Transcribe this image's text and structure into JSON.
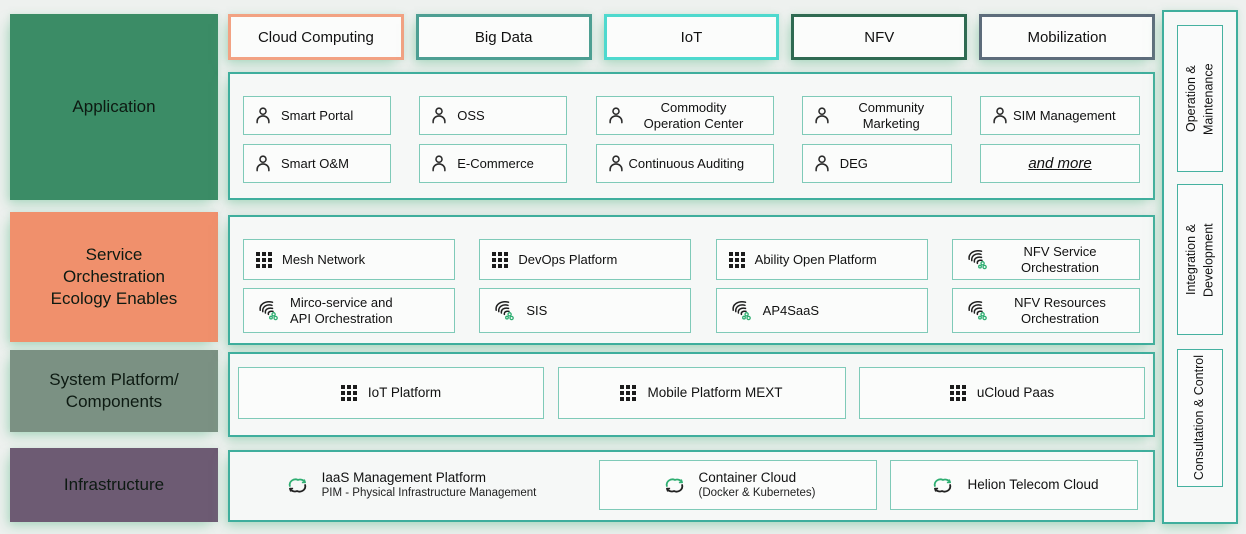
{
  "top_categories": [
    {
      "label": "Cloud Computing"
    },
    {
      "label": "Big Data"
    },
    {
      "label": "IoT"
    },
    {
      "label": "NFV"
    },
    {
      "label": "Mobilization"
    }
  ],
  "layers": [
    {
      "label": "Application"
    },
    {
      "label": "Service Orchestration Ecology Enables"
    },
    {
      "label": "System Platform/ Components"
    },
    {
      "label": "Infrastructure"
    }
  ],
  "application": {
    "items": [
      {
        "label": "Smart Portal",
        "icon": "person"
      },
      {
        "label": "OSS",
        "icon": "person"
      },
      {
        "label": "Commodity Operation Center",
        "icon": "person"
      },
      {
        "label": "Community Marketing",
        "icon": "person"
      },
      {
        "label": "SIM Management",
        "icon": "person"
      },
      {
        "label": "Smart O&M",
        "icon": "person"
      },
      {
        "label": "E-Commerce",
        "icon": "person"
      },
      {
        "label": "Continuous Auditing",
        "icon": "person"
      },
      {
        "label": "DEG",
        "icon": "person"
      },
      {
        "label": "and more",
        "icon": "none"
      }
    ]
  },
  "service_orchestration": {
    "items": [
      {
        "label": "Mesh Network",
        "icon": "grid"
      },
      {
        "label": "DevOps Platform",
        "icon": "grid"
      },
      {
        "label": "Ability Open Platform",
        "icon": "grid"
      },
      {
        "label": "NFV Service Orchestration",
        "icon": "swirl"
      },
      {
        "label": "Mirco-service and API Orchestration",
        "icon": "swirl"
      },
      {
        "label": "SIS",
        "icon": "swirl"
      },
      {
        "label": "AP4SaaS",
        "icon": "swirl"
      },
      {
        "label": "NFV Resources Orchestration",
        "icon": "swirl"
      }
    ]
  },
  "system_platform": {
    "items": [
      {
        "label": "IoT Platform",
        "icon": "grid"
      },
      {
        "label": "Mobile Platform MEXT",
        "icon": "grid"
      },
      {
        "label": "uCloud Paas",
        "icon": "grid"
      }
    ]
  },
  "infrastructure": {
    "items": [
      {
        "label": "IaaS Management Platform",
        "sub": "PIM - Physical Infrastructure Management",
        "icon": "cloud-sync"
      },
      {
        "label": "Container Cloud",
        "sub": "(Docker & Kubernetes)",
        "icon": "cloud-sync"
      },
      {
        "label": "Helion Telecom Cloud",
        "sub": "",
        "icon": "cloud-sync"
      }
    ]
  },
  "sidebar": {
    "items": [
      {
        "label": "Operation & Maintenance"
      },
      {
        "label": "Integration & Development"
      },
      {
        "label": "Consultation & Control"
      }
    ]
  },
  "palette": {
    "application_layer": "#3b8c66",
    "service_layer": "#f0906c",
    "system_layer": "#7b9183",
    "infrastructure_layer": "#6d5b73",
    "cloud_computing_border": "#f2a283",
    "big_data_border": "#4d9f93",
    "iot_border": "#4ed9ce",
    "nfv_border": "#2f6a52",
    "mobilization_border": "#5d6c7b",
    "panel_border": "#3fae9d",
    "item_border": "#7fcab8",
    "icon_green": "#2fae72"
  }
}
